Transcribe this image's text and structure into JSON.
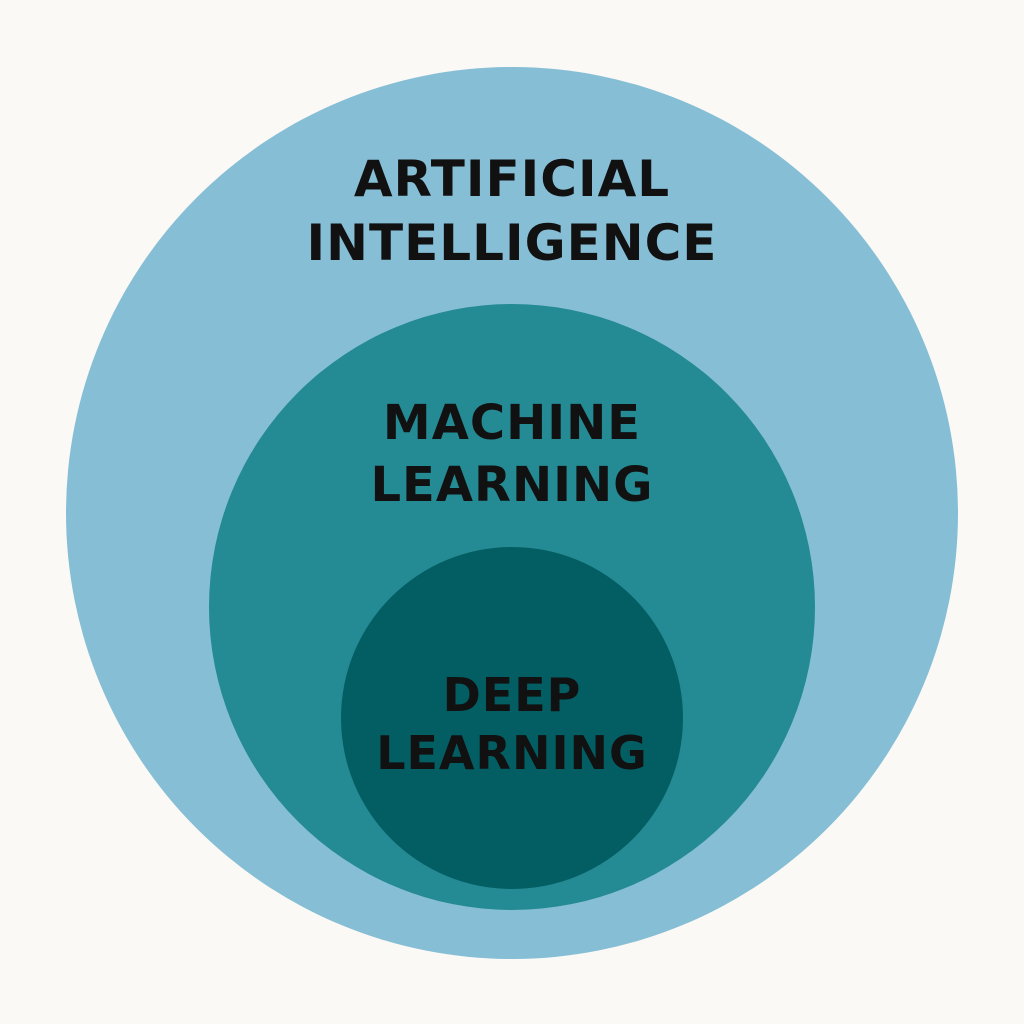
{
  "colors": {
    "background": "#FAF9F5",
    "outer_circle": "#86BED6",
    "middle_circle": "#248A93",
    "inner_circle": "#035E63",
    "text": "#111111"
  },
  "diagram": {
    "outer": {
      "line1": "ARTIFICIAL",
      "line2": "INTELLIGENCE"
    },
    "middle": {
      "line1": "MACHINE",
      "line2": "LEARNING"
    },
    "inner": {
      "line1": "DEEP",
      "line2": "LEARNING"
    }
  }
}
